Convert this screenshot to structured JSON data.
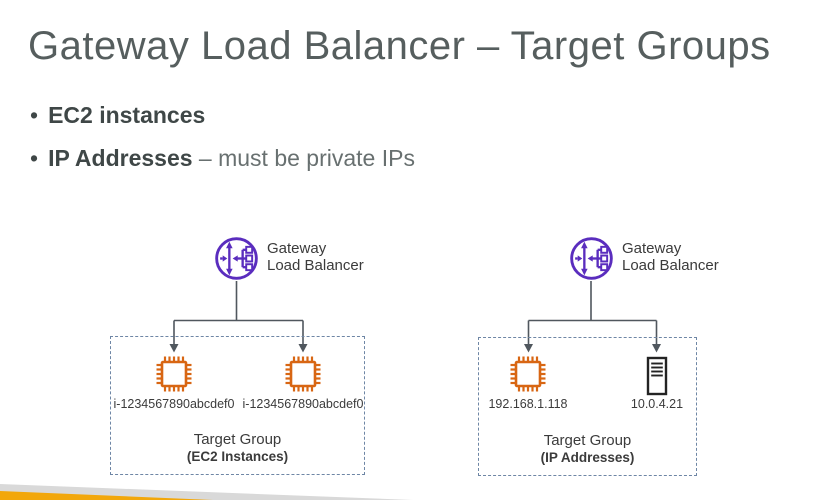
{
  "slide": {
    "title": "Gateway Load Balancer – Target Groups",
    "bullets": [
      {
        "bold": "EC2 instances",
        "rest": ""
      },
      {
        "bold": "IP Addresses",
        "rest": " – must be private IPs"
      }
    ]
  },
  "diagrams": [
    {
      "lb_icon": "gateway-load-balancer-icon",
      "lb_label_line1": "Gateway",
      "lb_label_line2": "Load Balancer",
      "targets": [
        {
          "icon": "ec2-instance-chip-icon",
          "label": "i-1234567890abcdef0"
        },
        {
          "icon": "ec2-instance-chip-icon",
          "label": "i-1234567890abcdef0"
        }
      ],
      "group_title": "Target Group",
      "group_subtitle": "(EC2 Instances)"
    },
    {
      "lb_icon": "gateway-load-balancer-icon",
      "lb_label_line1": "Gateway",
      "lb_label_line2": "Load Balancer",
      "targets": [
        {
          "icon": "ec2-instance-chip-icon",
          "label": "192.168.1.118"
        },
        {
          "icon": "server-icon",
          "label": "10.0.4.21"
        }
      ],
      "group_title": "Target Group",
      "group_subtitle": "(IP Addresses)"
    }
  ],
  "colors": {
    "purple": "#5A2DBE",
    "chip_orange": "#D86613",
    "server_dark": "#232323",
    "line_gray": "#50575e",
    "dash_blue": "#6e86a5",
    "wedge_gray": "#D9D9D9",
    "wedge_orange": "#F2A70B"
  }
}
